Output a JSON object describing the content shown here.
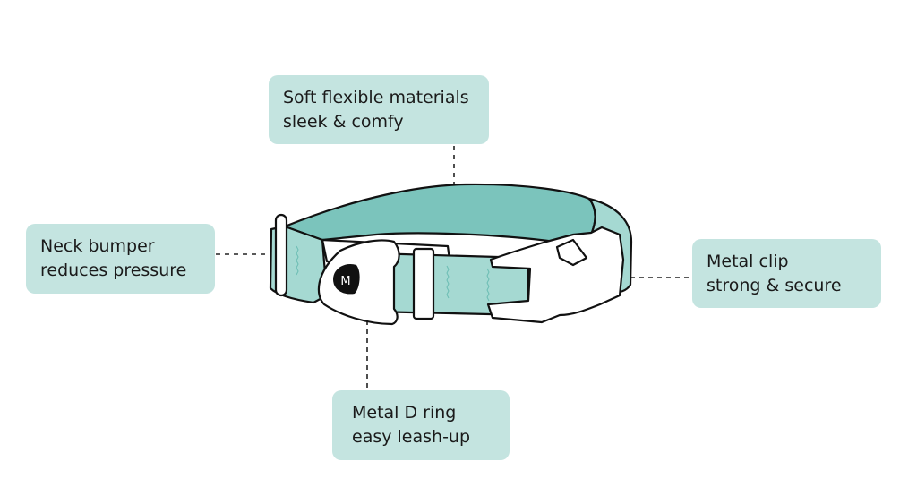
{
  "callouts": {
    "materials": {
      "line1": "Soft flexible materials",
      "line2": "sleek & comfy"
    },
    "bumper": {
      "line1": "Neck bumper",
      "line2": "reduces pressure"
    },
    "clip": {
      "line1": "Metal clip",
      "line2": "strong & secure"
    },
    "dring": {
      "line1": "Metal D ring",
      "line2": "easy leash-up"
    }
  },
  "logo": "M",
  "colors": {
    "callout_bg": "#c4e4e0",
    "collar_inner": "#7bc4bc",
    "collar_outer": "#a5d9d2"
  }
}
